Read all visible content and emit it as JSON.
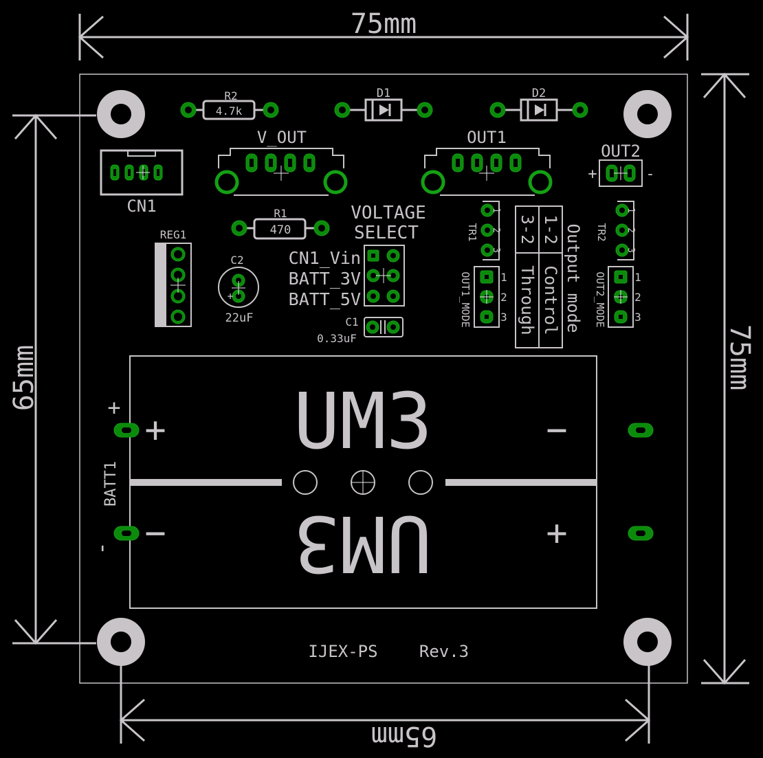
{
  "dimensions": {
    "top": "75mm",
    "right": "75mm",
    "left": "65mm",
    "bottom": "65mm"
  },
  "components": {
    "r2": {
      "name": "R2",
      "value": "4.7k"
    },
    "d1": {
      "name": "D1"
    },
    "d2": {
      "name": "D2"
    },
    "cn1": {
      "name": "CN1"
    },
    "v_out": {
      "name": "V_OUT"
    },
    "out1": {
      "name": "OUT1"
    },
    "out2": {
      "name": "OUT2",
      "plus": "+",
      "minus": "-"
    },
    "r1": {
      "name": "R1",
      "value": "470"
    },
    "reg1": {
      "name": "REG1"
    },
    "c2": {
      "name": "C2",
      "value": "22uF",
      "plus": "+"
    },
    "c1": {
      "name": "C1",
      "value": "0.33uF"
    },
    "voltage_select": {
      "line1": "VOLTAGE",
      "line2": "SELECT",
      "options": [
        "CN1_Vin",
        "BATT_3V",
        "BATT_5V"
      ]
    },
    "tr1": {
      "name": "TR1",
      "pins": [
        "1",
        "2",
        "3"
      ]
    },
    "tr2": {
      "name": "TR2",
      "pins": [
        "1",
        "2",
        "3"
      ]
    },
    "out1_mode": {
      "name": "OUT1_MODE",
      "pins": [
        "1",
        "2",
        "3"
      ]
    },
    "out2_mode": {
      "name": "OUT2_MODE",
      "pins": [
        "1",
        "2",
        "3"
      ]
    },
    "output_mode_table": {
      "title": "Output mode",
      "rows": [
        {
          "pins": "1-2",
          "mode": "Control"
        },
        {
          "pins": "3-2",
          "mode": "Through"
        }
      ]
    },
    "batt1": {
      "name": "BATT1",
      "label_top": "UM3",
      "label_bottom": "UM3",
      "left_plus": "+",
      "left_minus": "-",
      "inner_left_plus": "+",
      "inner_left_minus": "−",
      "inner_right_minus": "−",
      "inner_right_plus": "+"
    }
  },
  "board_label": {
    "name": "IJEX-PS",
    "revision": "Rev.3"
  },
  "colors": {
    "background": "#000000",
    "silkscreen": "#c8c4c8",
    "copper_pad": "#0c8a0c"
  }
}
